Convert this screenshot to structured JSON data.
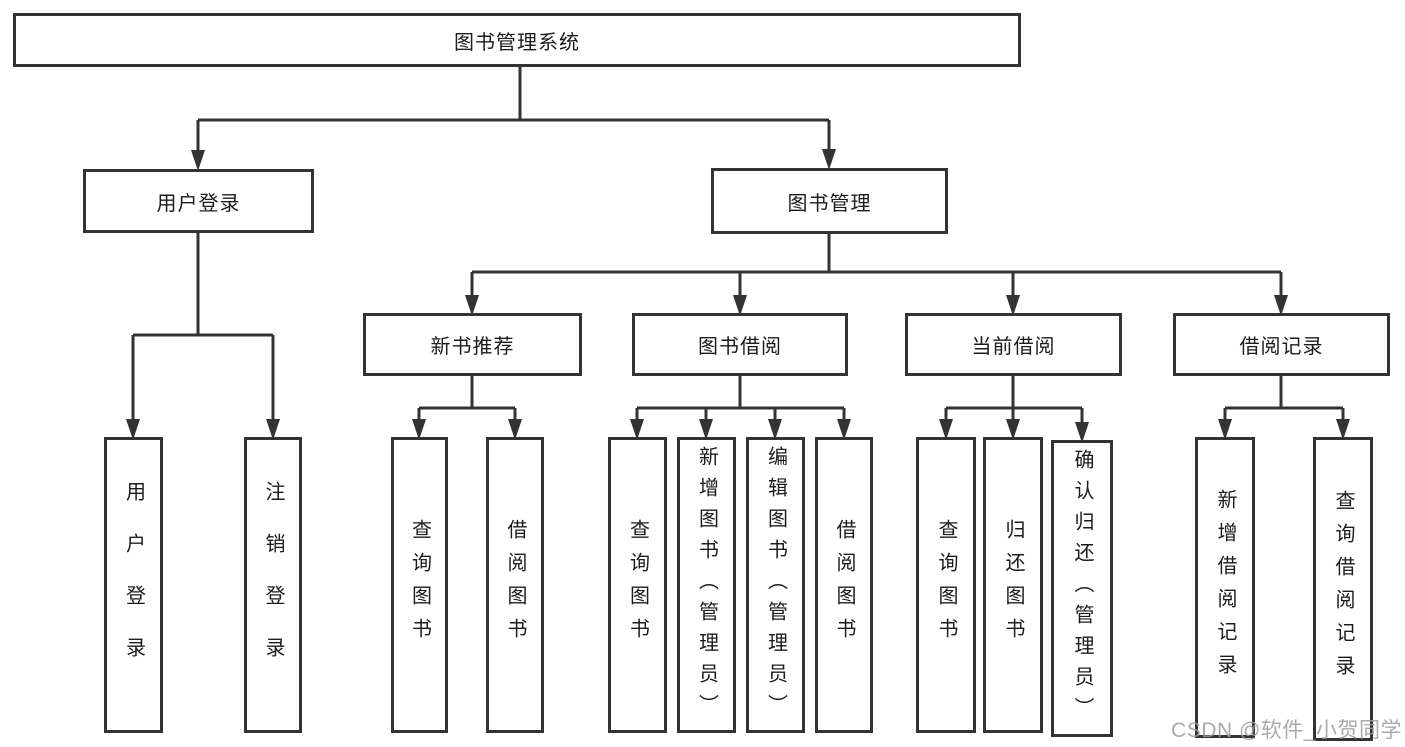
{
  "colors": {
    "line": "#333333",
    "box_background": "#ffffff",
    "text": "#1c1c1c",
    "watermark": "#9c9c9c"
  },
  "watermark": "CSDN @软件_小贺同学",
  "tree": {
    "root": {
      "label": "图书管理系统",
      "children": [
        {
          "label": "用户登录",
          "children": [
            {
              "label": "用户登录"
            },
            {
              "label": "注销登录"
            }
          ]
        },
        {
          "label": "图书管理",
          "children": [
            {
              "label": "新书推荐",
              "children": [
                {
                  "label": "查询图书"
                },
                {
                  "label": "借阅图书"
                }
              ]
            },
            {
              "label": "图书借阅",
              "children": [
                {
                  "label": "查询图书"
                },
                {
                  "label": "新增图书（管理员）"
                },
                {
                  "label": "编辑图书（管理员）"
                },
                {
                  "label": "借阅图书"
                }
              ]
            },
            {
              "label": "当前借阅",
              "children": [
                {
                  "label": "查询图书"
                },
                {
                  "label": "归还图书"
                },
                {
                  "label": "确认归还（管理员）"
                }
              ]
            },
            {
              "label": "借阅记录",
              "children": [
                {
                  "label": "新增借阅记录"
                },
                {
                  "label": "查询借阅记录"
                }
              ]
            }
          ]
        }
      ]
    }
  }
}
